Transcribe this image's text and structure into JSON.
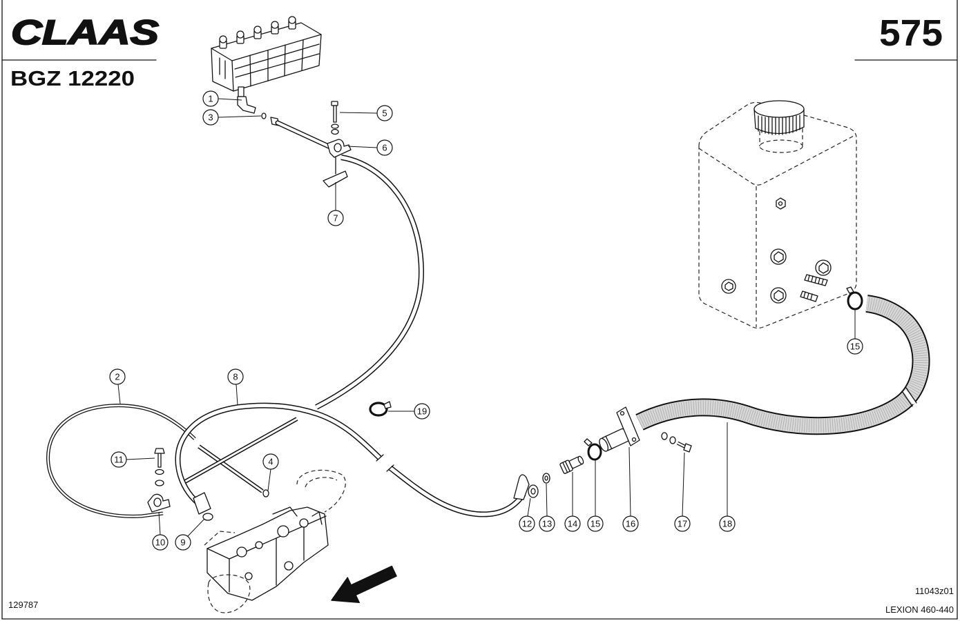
{
  "logo": "CLAAS",
  "page_number": "575",
  "group_code": "BGZ 12220",
  "callouts": [
    "1",
    "3",
    "5",
    "6",
    "7",
    "2",
    "8",
    "19",
    "11",
    "4",
    "10",
    "9",
    "12",
    "13",
    "14",
    "15",
    "16",
    "17",
    "18",
    "15"
  ],
  "figure_id": "129787",
  "drawing_ref": "11043z01",
  "model": "LEXION 460-440"
}
